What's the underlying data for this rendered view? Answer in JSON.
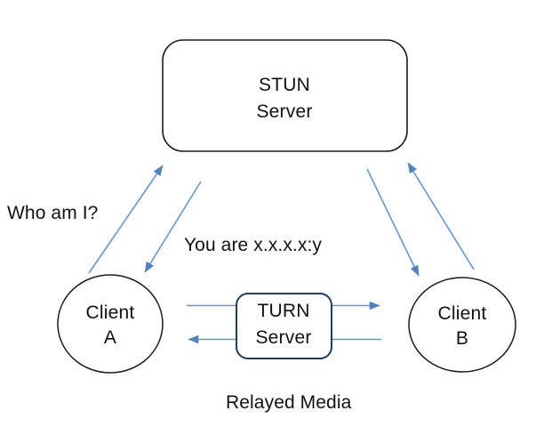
{
  "diagram": {
    "nodes": {
      "stun": {
        "line1": "STUN",
        "line2": "Server"
      },
      "turn": {
        "line1": "TURN",
        "line2": "Server"
      },
      "client_a": {
        "line1": "Client",
        "line2": "A"
      },
      "client_b": {
        "line1": "Client",
        "line2": "B"
      }
    },
    "annotations": {
      "who_am_i": "Who am I?",
      "you_are": "You are x.x.x.x:y",
      "relayed_media": "Relayed Media"
    },
    "colors": {
      "connector_blue": "#6495cf",
      "arrowhead_blue": "#4f81bd",
      "turn_border": "#1f3c5f",
      "shape_outline": "#1a1a1a",
      "background": "#ffffff"
    }
  }
}
